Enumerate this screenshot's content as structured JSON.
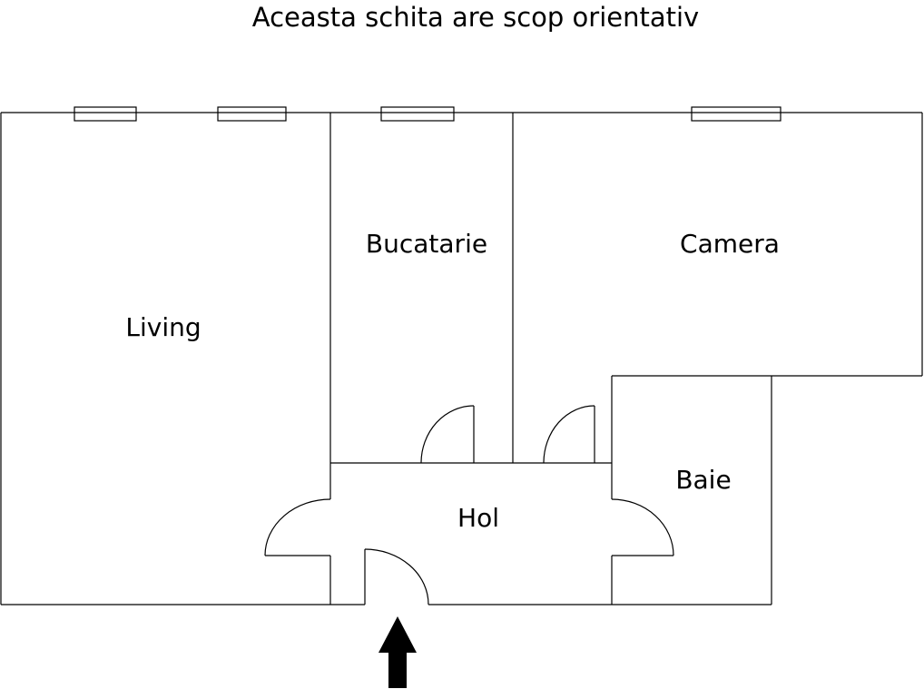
{
  "title": "Aceasta schita are scop orientativ",
  "rooms": {
    "living": "Living",
    "bucatarie": "Bucatarie",
    "camera": "Camera",
    "baie": "Baie",
    "hol": "Hol"
  },
  "colors": {
    "line": "#000000",
    "background": "#ffffff"
  },
  "icons": {
    "entrance": "arrow-up-icon"
  }
}
